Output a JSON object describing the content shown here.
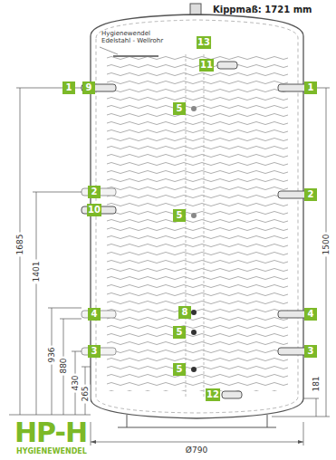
{
  "diagram": {
    "title": "HP-H",
    "labels": [
      "Kippmaß: 1721 mm",
      "Hygienewendel Edelstahl - Wellrohr",
      "13",
      "11",
      "1",
      "9",
      "1",
      "5",
      "2",
      "2",
      "10",
      "5",
      "8",
      "4",
      "4",
      "5",
      "3",
      "3",
      "5",
      "12",
      "1685",
      "1401",
      "936",
      "880",
      "430",
      "265",
      "1500",
      "181",
      "Ø790",
      "HYGIENEWENDEL"
    ]
  }
}
